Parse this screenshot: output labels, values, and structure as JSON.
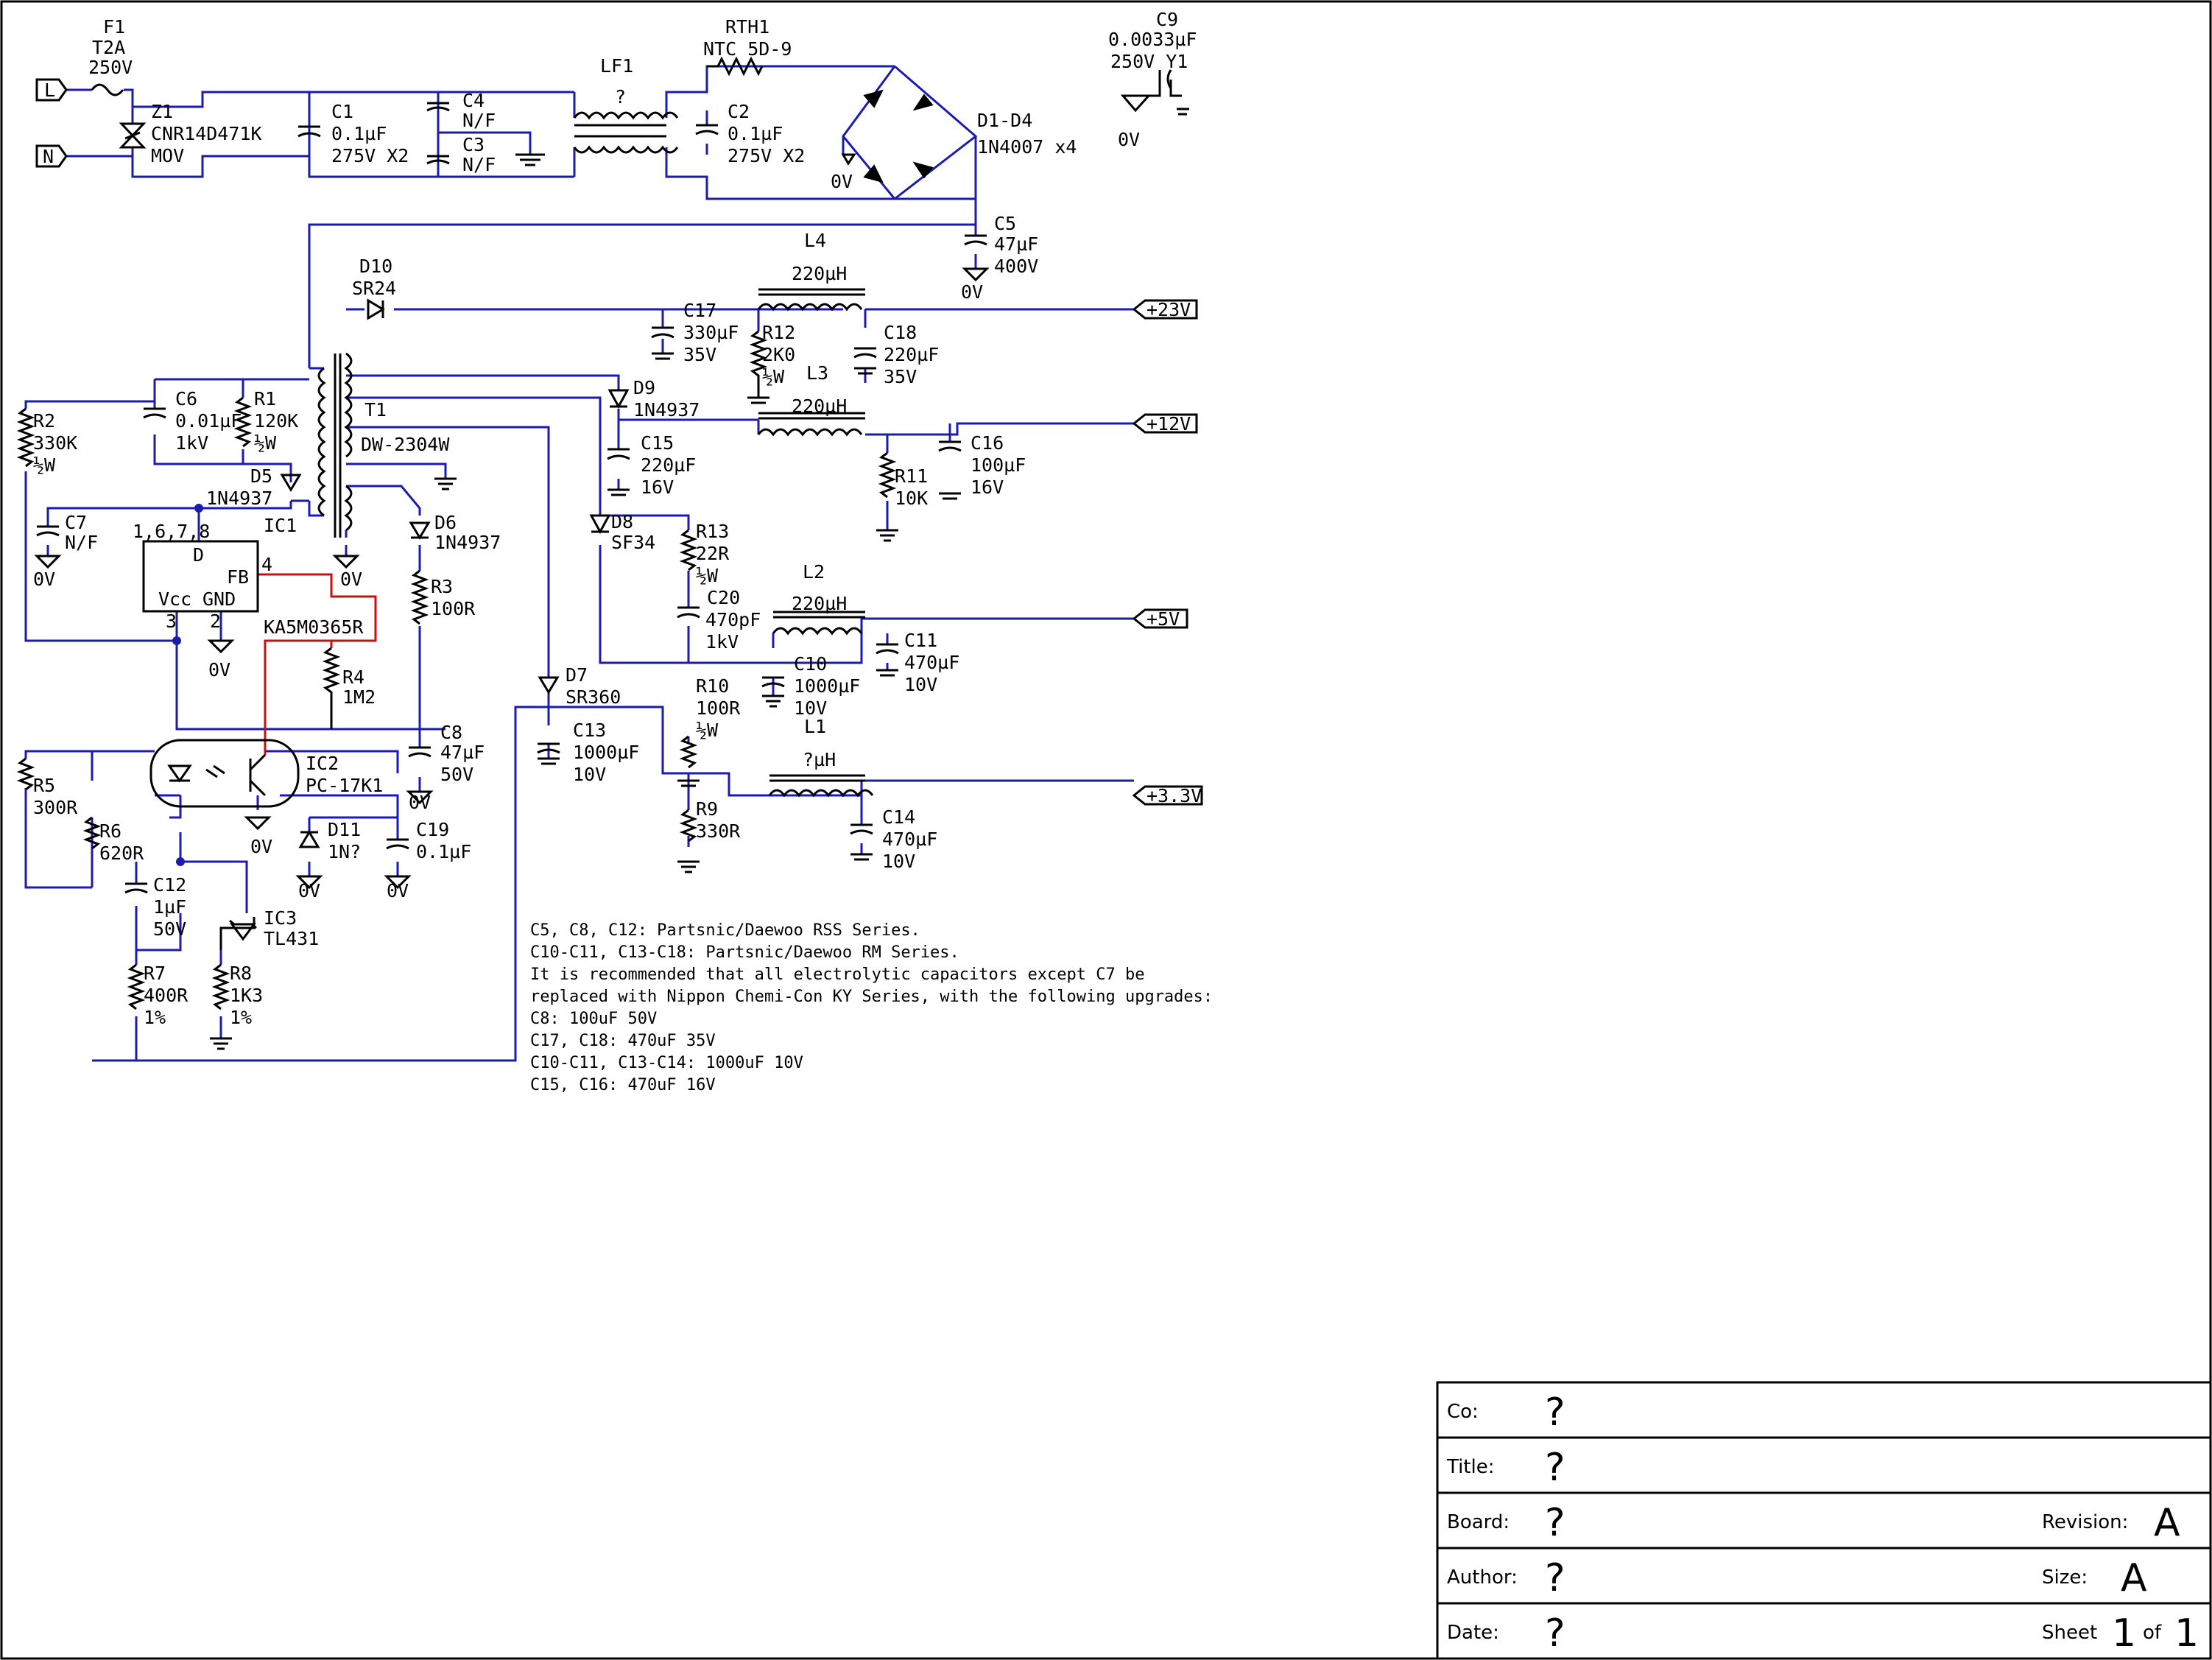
{
  "components": {
    "F1": {
      "ref": "F1",
      "lines": [
        "T2A",
        "250V"
      ]
    },
    "Z1": {
      "ref": "Z1",
      "lines": [
        "CNR14D471K",
        "MOV"
      ]
    },
    "C1": {
      "ref": "C1",
      "lines": [
        "0.1µF",
        "275V X2"
      ]
    },
    "C4": {
      "ref": "C4",
      "lines": [
        "N/F"
      ]
    },
    "C3": {
      "ref": "C3",
      "lines": [
        "N/F"
      ]
    },
    "LF1": {
      "ref": "LF1",
      "lines": [
        "?"
      ]
    },
    "RTH1": {
      "ref": "RTH1",
      "lines": [
        "NTC 5D-9"
      ]
    },
    "C2": {
      "ref": "C2",
      "lines": [
        "0.1µF",
        "275V X2"
      ]
    },
    "D1D4": {
      "ref": "D1-D4",
      "lines": [
        "1N4007 x4"
      ]
    },
    "C9": {
      "ref": "C9",
      "lines": [
        "0.0033µF",
        "250V Y1"
      ]
    },
    "C5": {
      "ref": "C5",
      "lines": [
        "47µF",
        "400V"
      ]
    },
    "D10": {
      "ref": "D10",
      "lines": [
        "SR24"
      ]
    },
    "C17": {
      "ref": "C17",
      "lines": [
        "330µF",
        "35V"
      ]
    },
    "R12": {
      "ref": "R12",
      "lines": [
        "2K0",
        "½W"
      ]
    },
    "L4": {
      "ref": "L4",
      "lines": [
        "220µH"
      ]
    },
    "C18": {
      "ref": "C18",
      "lines": [
        "220µF",
        "35V"
      ]
    },
    "L3": {
      "ref": "L3",
      "lines": [
        "220µH"
      ]
    },
    "D9": {
      "ref": "D9",
      "lines": [
        "1N4937"
      ]
    },
    "C15": {
      "ref": "C15",
      "lines": [
        "220µF",
        "16V"
      ]
    },
    "C16": {
      "ref": "C16",
      "lines": [
        "100µF",
        "16V"
      ]
    },
    "R11": {
      "ref": "R11",
      "lines": [
        "10K"
      ]
    },
    "T1": {
      "ref": "T1",
      "lines": [
        "DW-2304W"
      ]
    },
    "R2": {
      "ref": "R2",
      "lines": [
        "330K",
        "½W"
      ]
    },
    "C6": {
      "ref": "C6",
      "lines": [
        "0.01µF",
        "1kV"
      ]
    },
    "R1": {
      "ref": "R1",
      "lines": [
        "120K",
        "½W"
      ]
    },
    "D5": {
      "ref": "D5",
      "lines": [
        "1N4937"
      ]
    },
    "C7": {
      "ref": "C7",
      "lines": [
        "N/F"
      ]
    },
    "IC1": {
      "ref": "IC1",
      "part": "KA5M0365R",
      "pins_top": "1,6,7,8",
      "pin_d": "D",
      "pin_fb": "FB",
      "pin_fb_num": "4",
      "pin_vcc": "Vcc",
      "pin_gnd": "GND",
      "pin_vcc_num": "3",
      "pin_gnd_num": "2"
    },
    "D6": {
      "ref": "D6",
      "lines": [
        "1N4937"
      ]
    },
    "R3": {
      "ref": "R3",
      "lines": [
        "100R"
      ]
    },
    "R4": {
      "ref": "R4",
      "lines": [
        "1M2"
      ]
    },
    "D8": {
      "ref": "D8",
      "lines": [
        "SF34"
      ]
    },
    "R13": {
      "ref": "R13",
      "lines": [
        "22R",
        "½W"
      ]
    },
    "C20": {
      "ref": "C20",
      "lines": [
        "470pF",
        "1kV"
      ]
    },
    "L2": {
      "ref": "L2",
      "lines": [
        "220µH"
      ]
    },
    "C11": {
      "ref": "C11",
      "lines": [
        "470µF",
        "10V"
      ]
    },
    "C10": {
      "ref": "C10",
      "lines": [
        "1000µF",
        "10V"
      ]
    },
    "D7": {
      "ref": "D7",
      "lines": [
        "SR360"
      ]
    },
    "C13": {
      "ref": "C13",
      "lines": [
        "1000µF",
        "10V"
      ]
    },
    "R10": {
      "ref": "R10",
      "lines": [
        "100R",
        "½W"
      ]
    },
    "L1": {
      "ref": "L1",
      "lines": [
        "?µH"
      ]
    },
    "C14": {
      "ref": "C14",
      "lines": [
        "470µF",
        "10V"
      ]
    },
    "R9": {
      "ref": "R9",
      "lines": [
        "330R"
      ]
    },
    "C8": {
      "ref": "C8",
      "lines": [
        "47µF",
        "50V"
      ]
    },
    "IC2": {
      "ref": "IC2",
      "lines": [
        "PC-17K1"
      ]
    },
    "D11": {
      "ref": "D11",
      "lines": [
        "1N?"
      ]
    },
    "C19": {
      "ref": "C19",
      "lines": [
        "0.1µF"
      ]
    },
    "R5": {
      "ref": "R5",
      "lines": [
        "300R"
      ]
    },
    "R6": {
      "ref": "R6",
      "lines": [
        "620R"
      ]
    },
    "C12": {
      "ref": "C12",
      "lines": [
        "1µF",
        "50V"
      ]
    },
    "IC3": {
      "ref": "IC3",
      "lines": [
        "TL431"
      ]
    },
    "R7": {
      "ref": "R7",
      "lines": [
        "400R",
        "1%"
      ]
    },
    "R8": {
      "ref": "R8",
      "lines": [
        "1K3",
        "1%"
      ]
    }
  },
  "connectors": {
    "L": "L",
    "N": "N"
  },
  "rails": {
    "v23": "+23V",
    "v12": "+12V",
    "v5": "+5V",
    "v33": "+3.3V"
  },
  "ground_label": "0V",
  "notes": [
    "C5, C8, C12: Partsnic/Daewoo RSS Series.",
    "C10-C11, C13-C18: Partsnic/Daewoo RM Series.",
    "It is recommended that all electrolytic capacitors except C7 be",
    "replaced with Nippon Chemi-Con KY Series, with the following upgrades:",
    "C8: 100uF 50V",
    "C17, C18: 470uF 35V",
    "C10-C11, C13-C14: 1000uF 10V",
    "C15, C16: 470uF 16V"
  ],
  "title_block": {
    "co_label": "Co:",
    "co_value": "?",
    "title_label": "Title:",
    "title_value": "?",
    "board_label": "Board:",
    "board_value": "?",
    "revision_label": "Revision:",
    "revision_value": "A",
    "author_label": "Author:",
    "author_value": "?",
    "size_label": "Size:",
    "size_value": "A",
    "date_label": "Date:",
    "date_value": "?",
    "sheet_label": "Sheet",
    "sheet_num": "1",
    "sheet_of": "of",
    "sheet_total": "1"
  },
  "colors": {
    "wire": "#1b1bb0",
    "feedback_wire": "#c41010",
    "junction": "#1b1bb0"
  }
}
